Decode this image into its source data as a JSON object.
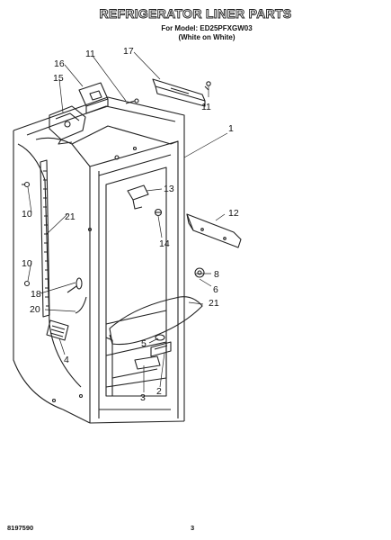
{
  "header": {
    "title": "REFRIGERATOR LINER PARTS",
    "model_line": "For Model: ED25PFXGW03",
    "color_line": "(White on White)"
  },
  "callouts": [
    "16",
    "11",
    "17",
    "15",
    "11",
    "1",
    "13",
    "10",
    "12",
    "21",
    "14",
    "10",
    "8",
    "18",
    "6",
    "20",
    "21",
    "5",
    "4",
    "3",
    "2"
  ],
  "footer": {
    "doc_number": "8197590",
    "page_number": "3"
  }
}
